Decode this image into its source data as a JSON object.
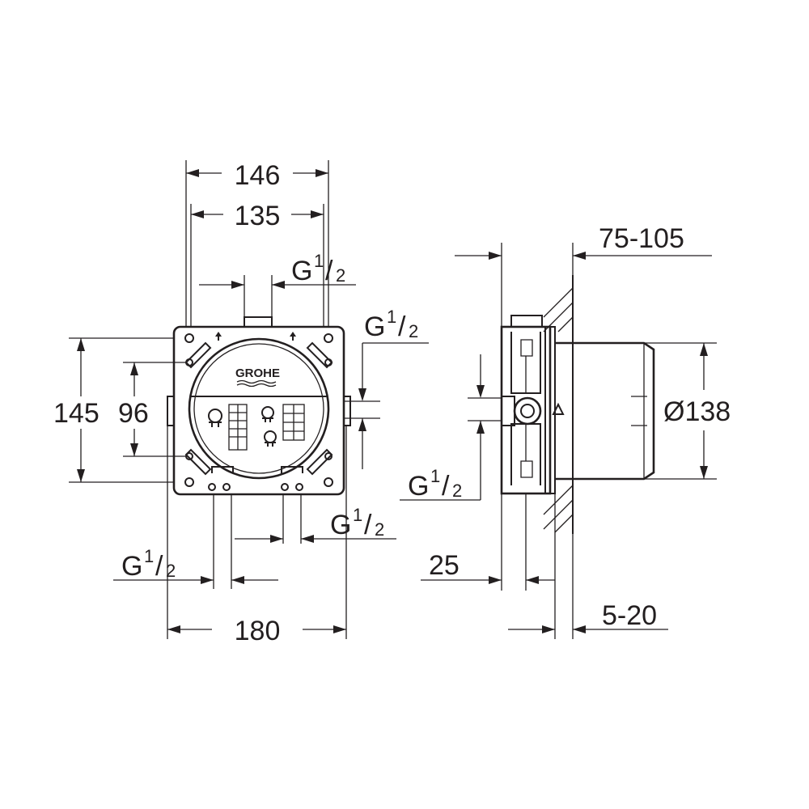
{
  "dimensions": {
    "width_outer": "146",
    "width_inner": "135",
    "height_outer": "145",
    "height_inner": "96",
    "width_total": "180",
    "depth_range": "75-105",
    "diameter": "Ø138",
    "depth_base": "25",
    "plaster_range": "5-20"
  },
  "threads": {
    "g": "G",
    "fraction_num": "1",
    "fraction_den": "2"
  },
  "logo_text": "GROHE",
  "colors": {
    "line": "#231f20",
    "background": "#ffffff"
  }
}
